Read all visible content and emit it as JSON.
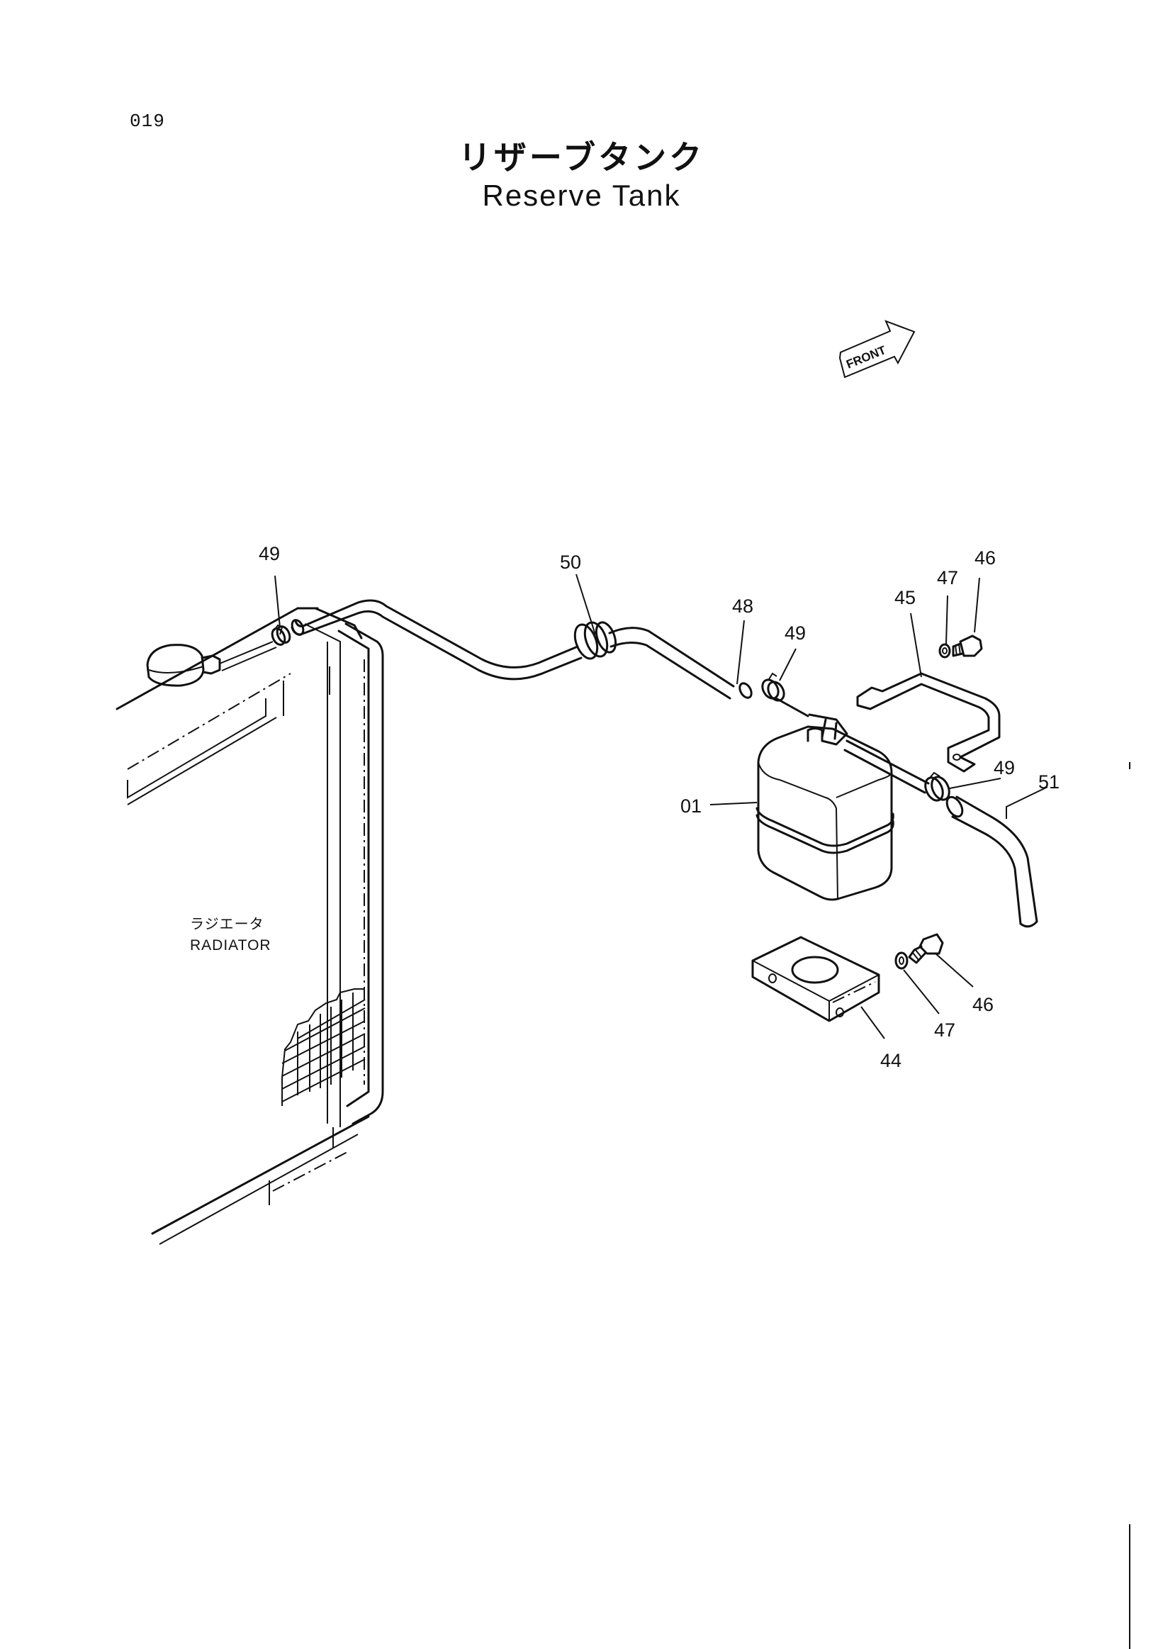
{
  "page_number": "019",
  "title_ja": "リザーブタンク",
  "title_en": "Reserve Tank",
  "front_marker": "FRONT",
  "radiator_label_ja": "ラジエータ",
  "radiator_label_en": "RADIATOR",
  "callouts": [
    {
      "id": "c49a",
      "text": "49"
    },
    {
      "id": "c50",
      "text": "50"
    },
    {
      "id": "c48",
      "text": "48"
    },
    {
      "id": "c49b",
      "text": "49"
    },
    {
      "id": "c45",
      "text": "45"
    },
    {
      "id": "c47a",
      "text": "47"
    },
    {
      "id": "c46a",
      "text": "46"
    },
    {
      "id": "c49c",
      "text": "49"
    },
    {
      "id": "c51",
      "text": "51"
    },
    {
      "id": "c01",
      "text": "01"
    },
    {
      "id": "c46b",
      "text": "46"
    },
    {
      "id": "c47b",
      "text": "47"
    },
    {
      "id": "c44",
      "text": "44"
    }
  ]
}
